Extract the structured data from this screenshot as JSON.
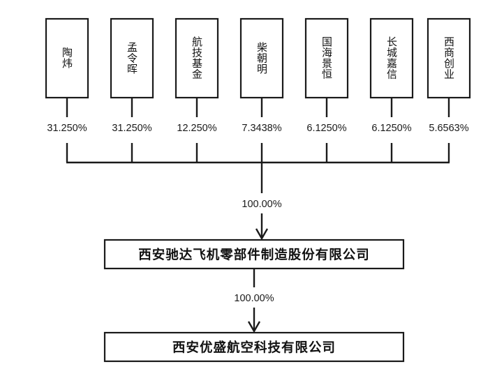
{
  "diagram": {
    "type": "ownership-structure-chart",
    "background_color": "#ffffff",
    "line_color": "#1a1a1a",
    "text_color": "#111111"
  },
  "shareholders": [
    {
      "name": "陶炜",
      "percent": "31.250%"
    },
    {
      "name": "孟令晖",
      "percent": "31.250%"
    },
    {
      "name": "航技基金",
      "percent": "12.250%"
    },
    {
      "name": "柴朝明",
      "percent": "7.3438%"
    },
    {
      "name": "国海景恒",
      "percent": "6.1250%"
    },
    {
      "name": "长城嘉信",
      "percent": "6.1250%"
    },
    {
      "name": "西商创业",
      "percent": "5.6563%"
    }
  ],
  "aggregate": {
    "percent": "100.00%"
  },
  "companies": [
    {
      "name": "西安驰达飞机零部件制造股份有限公司"
    },
    {
      "name": "西安优盛航空科技有限公司"
    }
  ],
  "subsidiary_link": {
    "percent": "100.00%"
  }
}
